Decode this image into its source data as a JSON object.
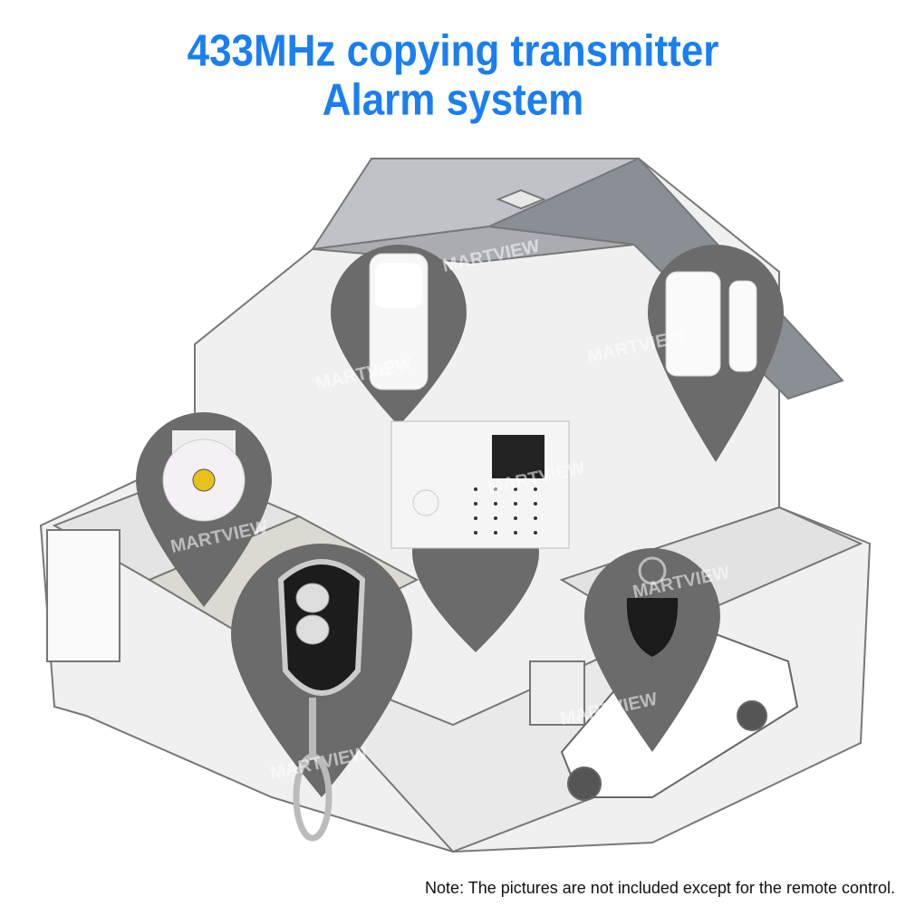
{
  "title": {
    "line1": "433MHz copying transmitter",
    "line2": "Alarm system",
    "color": "#1a7ff0"
  },
  "note": "Note: The pictures are not included except for the remote control.",
  "watermark": "MARTVIEW",
  "devices": [
    {
      "name": "pir-motion-sensor",
      "icon": "pir-sensor-icon"
    },
    {
      "name": "door-window-sensor",
      "icon": "door-sensor-icon"
    },
    {
      "name": "siren",
      "icon": "siren-icon"
    },
    {
      "name": "remote-control",
      "icon": "remote-control-icon"
    },
    {
      "name": "rfid-keyfob",
      "icon": "rfid-tag-icon"
    },
    {
      "name": "alarm-control-panel",
      "icon": "keypad-panel-icon"
    }
  ],
  "colors": {
    "pin": "#6b6b6b",
    "roof": "#8a8f96",
    "wall": "#f1f1f1"
  }
}
